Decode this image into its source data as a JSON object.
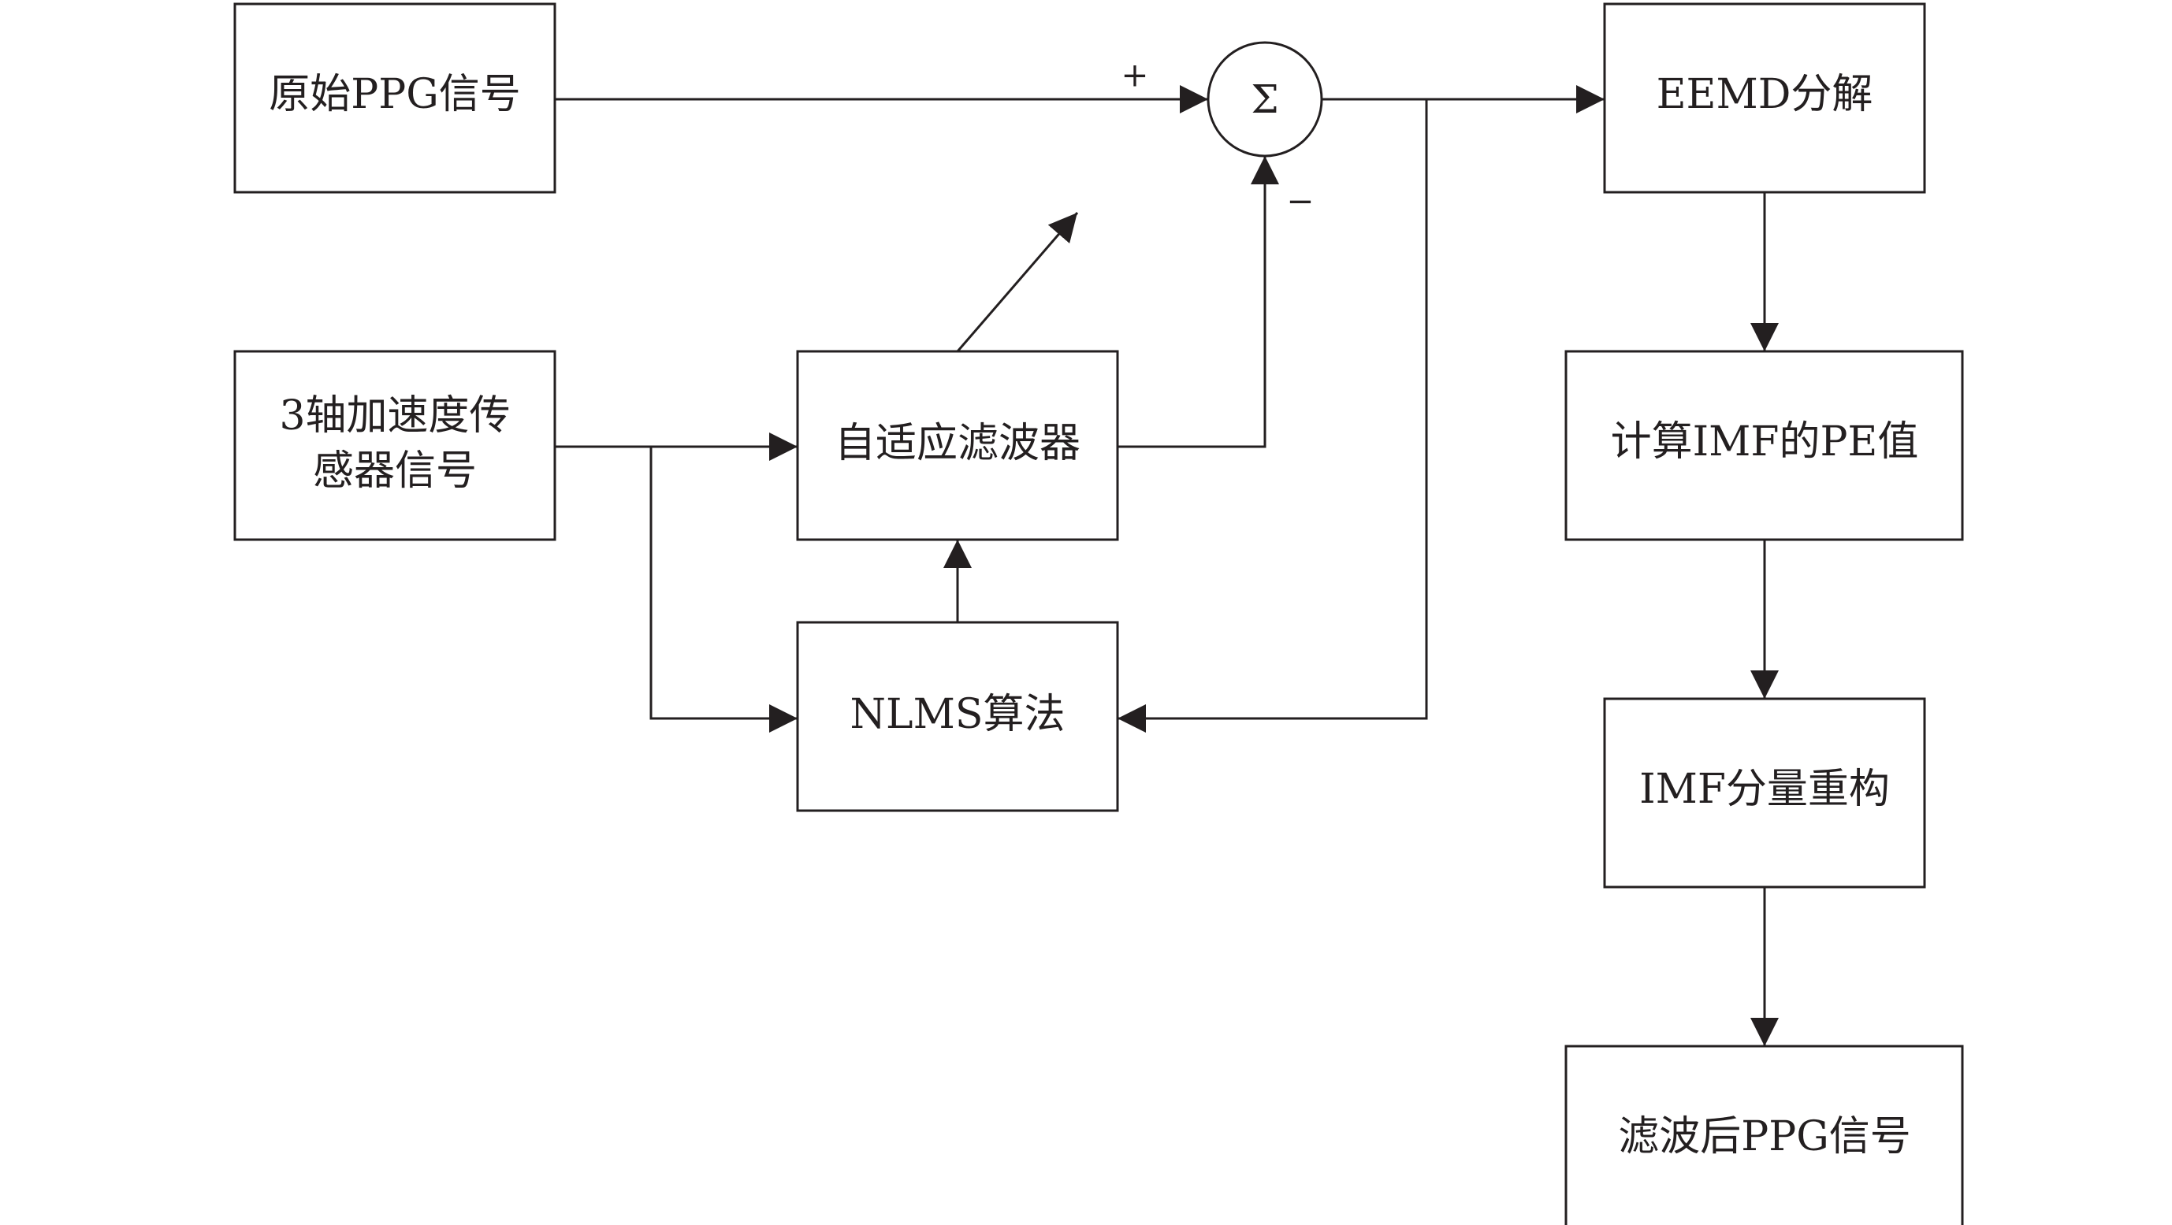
{
  "diagram": {
    "blocks": {
      "raw_ppg": "原始PPG信号",
      "accel_line1": "3轴加速度传",
      "accel_line2": "感器信号",
      "adaptive_filter": "自适应滤波器",
      "nlms": "NLMS算法",
      "eemd": "EEMD分解",
      "imf_pe": "计算IMF的PE值",
      "imf_recon": "IMF分量重构",
      "filtered_ppg": "滤波后PPG信号"
    },
    "summing_junction": {
      "symbol": "Σ",
      "plus_sign": "+",
      "minus_sign": "−"
    },
    "line_color": "#231f20"
  }
}
